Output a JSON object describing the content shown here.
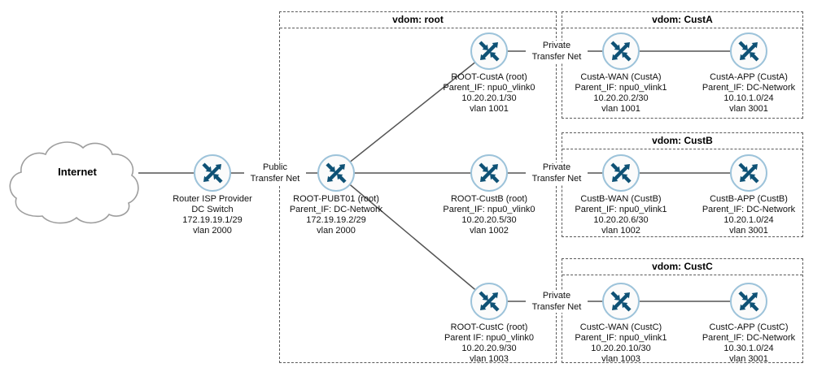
{
  "cloud": {
    "label": "Internet"
  },
  "boxes": {
    "root": {
      "title": "vdom: root"
    },
    "custA": {
      "title": "vdom: CustA"
    },
    "custB": {
      "title": "vdom: CustB"
    },
    "custC": {
      "title": "vdom: CustC"
    }
  },
  "link_labels": {
    "public": {
      "line1": "Public",
      "line2": "Transfer Net"
    },
    "private_a": {
      "line1": "Private",
      "line2": "Transfer Net"
    },
    "private_b": {
      "line1": "Private",
      "line2": "Transfer Net"
    },
    "private_c": {
      "line1": "Private",
      "line2": "Transfer Net"
    }
  },
  "nodes": {
    "isp": {
      "lines": [
        "Router ISP Provider",
        "DC Switch",
        "172.19.19.1/29",
        "vlan 2000"
      ]
    },
    "pubt01": {
      "lines": [
        "ROOT-PUBT01 (root)",
        "Parent_IF: DC-Network",
        "172.19.19.2/29",
        "vlan 2000"
      ]
    },
    "root_custa": {
      "lines": [
        "ROOT-CustA (root)",
        "Parent_IF: npu0_vlink0",
        "10.20.20.1/30",
        "vlan 1001"
      ]
    },
    "root_custb": {
      "lines": [
        "ROOT-CustB (root)",
        "Parent_IF: npu0_vlink0",
        "10.20.20.5/30",
        "vlan 1002"
      ]
    },
    "root_custc": {
      "lines": [
        "ROOT-CustC (root)",
        "Parent IF: npu0_vlink0",
        "10.20.20.9/30",
        "vlan 1003"
      ]
    },
    "custa_wan": {
      "lines": [
        "CustA-WAN (CustA)",
        "Parent_IF: npu0_vlink1",
        "10.20.20.2/30",
        "vlan 1001"
      ]
    },
    "custa_app": {
      "lines": [
        "CustA-APP (CustA)",
        "Parent_IF: DC-Network",
        "10.10.1.0/24",
        "vlan 3001"
      ]
    },
    "custb_wan": {
      "lines": [
        "CustB-WAN (CustB)",
        "Parent_IF: npu0_vlink1",
        "10.20.20.6/30",
        "vlan 1002"
      ]
    },
    "custb_app": {
      "lines": [
        "CustB-APP (CustB)",
        "Parent_IF: DC-Network",
        "10.20.1.0/24",
        "vlan 3001"
      ]
    },
    "custc_wan": {
      "lines": [
        "CustC-WAN (CustC)",
        "Parent_IF: npu0_vlink1",
        "10.20.20.10/30",
        "vlan 1003"
      ]
    },
    "custc_app": {
      "lines": [
        "CustC-APP (CustC)",
        "Parent_IF: DC-Network",
        "10.30.1.0/24",
        "vlan 3001"
      ]
    }
  },
  "colors": {
    "router_border": "#9dc3da",
    "router_arrow": "#0e5175",
    "line": "#545454",
    "box_border": "#5a5a5a",
    "cloud_border": "#9e9e9e"
  }
}
